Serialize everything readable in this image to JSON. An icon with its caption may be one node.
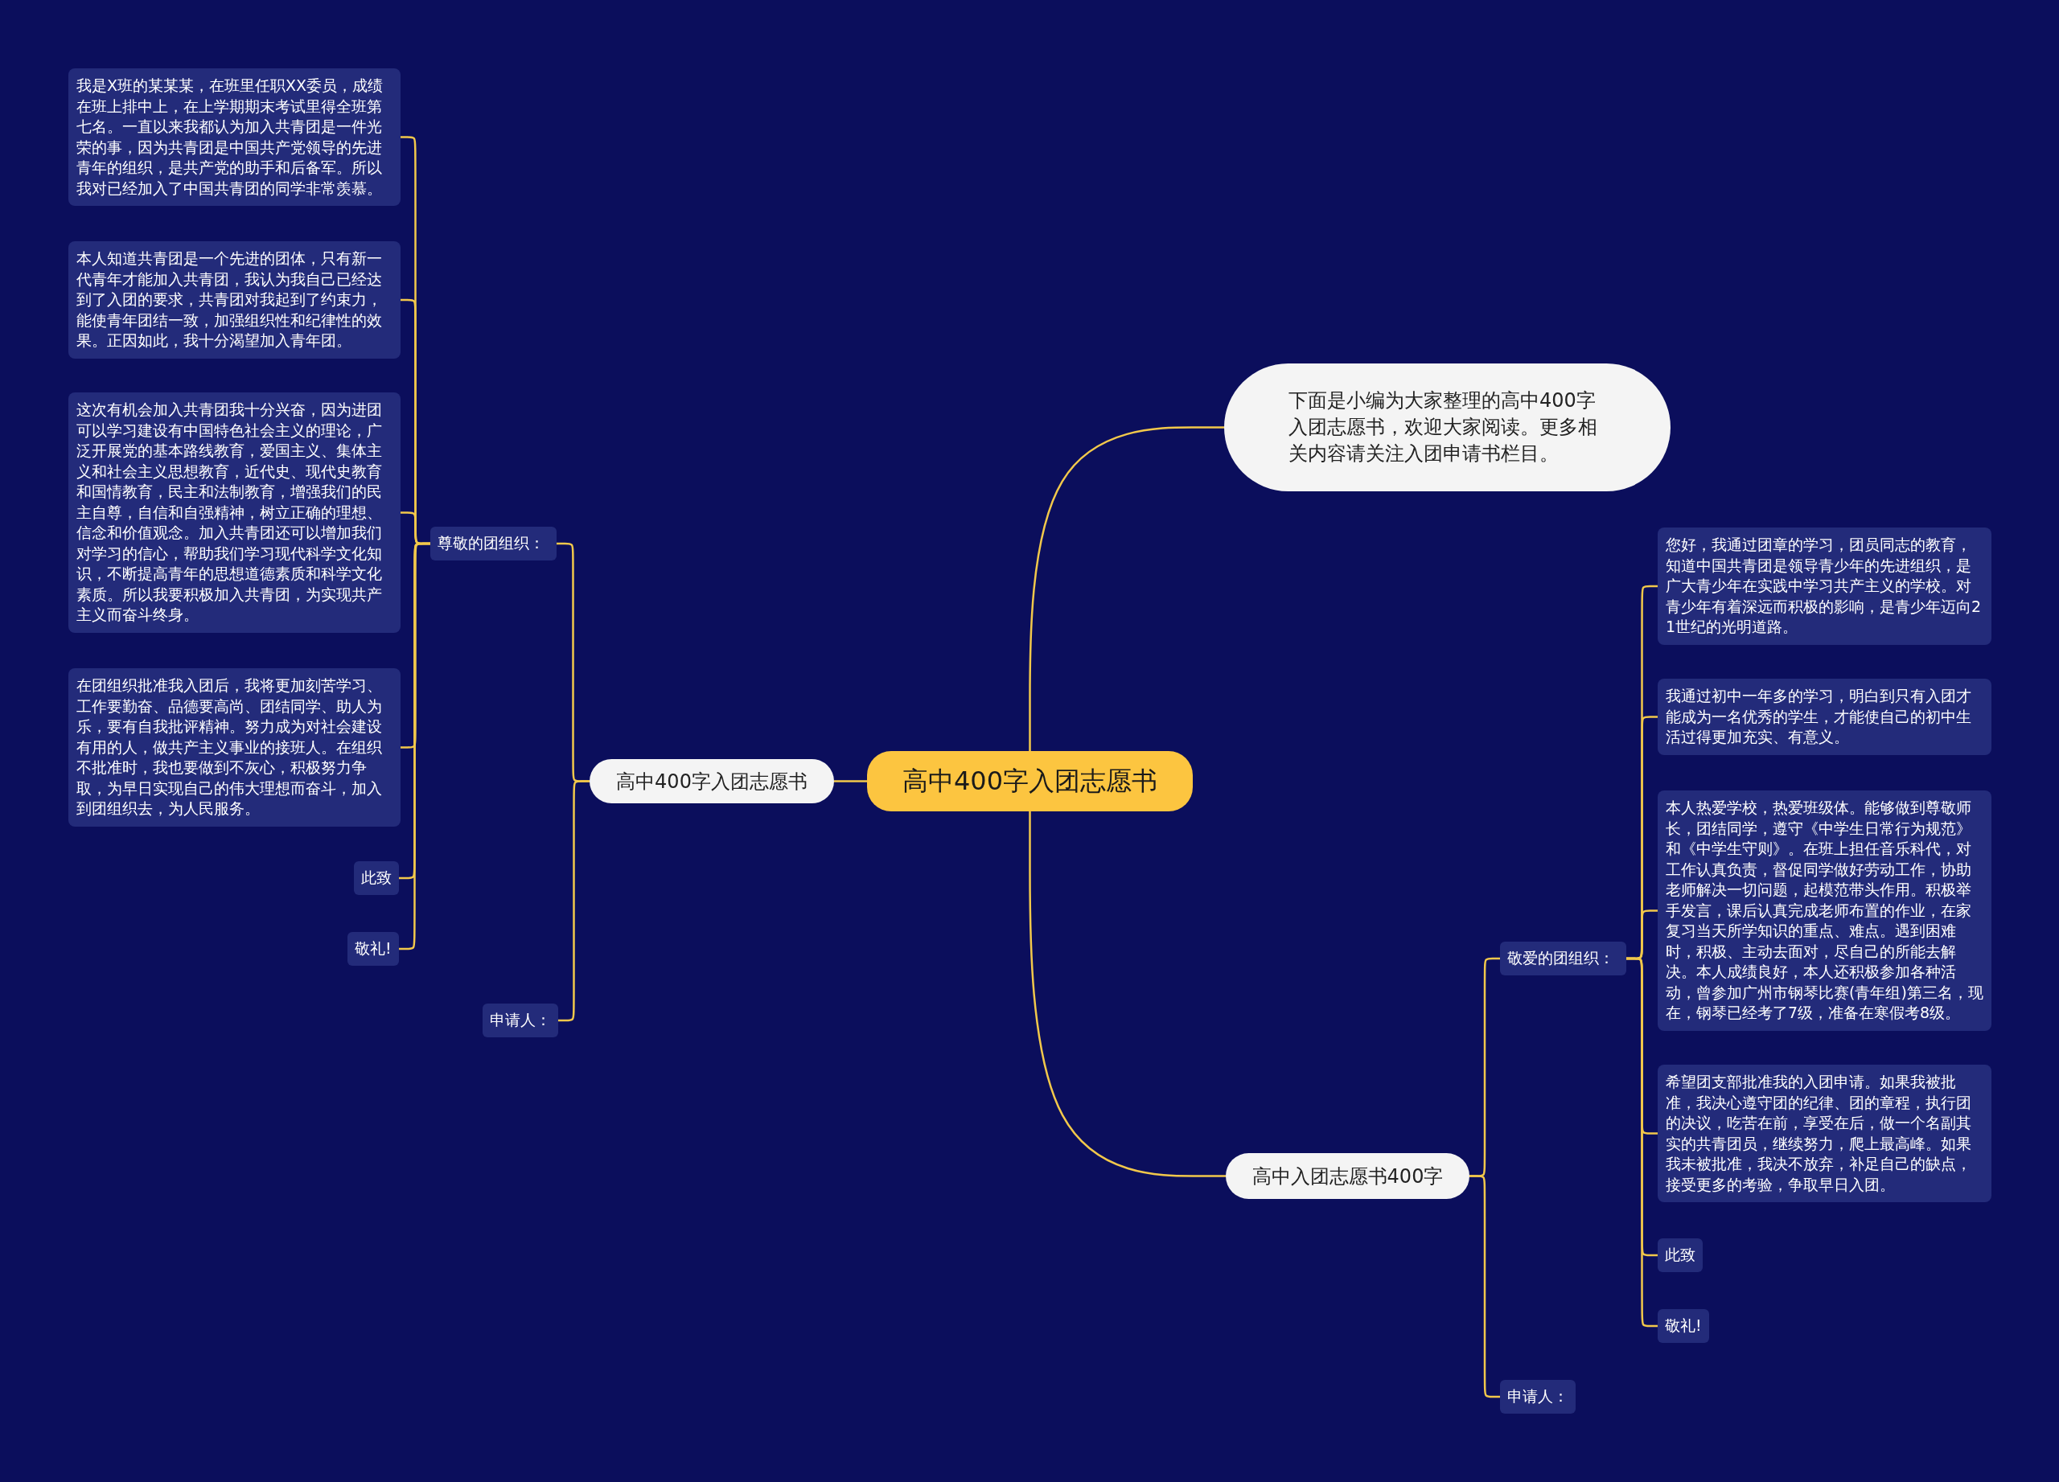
{
  "diagram": {
    "nodes": [
      {
        "text": [
          "高中400字入团志愿书"
        ]
      },
      {
        "text": [
          "下面是小编为大家整理的高中400字入团志愿书，欢迎大家阅读。更多相关内容请关注入团申请书栏目。"
        ]
      },
      {
        "text": [
          "高中入团志愿书400字"
        ]
      },
      {
        "text": [
          "敬爱的团组织："
        ]
      },
      {
        "text": [
          "您好，我通过团章的学习，团员同志的教育，知道中国共青团是领导青少年的先进组织，是广大青少年在实践中学习共产主义的学校。对青少年有着深远而积极的影响，是青少年迈向21世纪的光明道路。"
        ]
      },
      {
        "text": [
          "我通过初中一年多的学习，明白到只有入团才能成为一名优秀的学生，才能使自己的初中生活过得更加充实、有意义。"
        ]
      },
      {
        "text": [
          "本人热爱学校，热爱班级体。能够做到尊敬师长，团结同学，遵守《中学生日常行为规范》和《中学生守则》。在班上担任音乐科代，对工作认真负责，督促同学做好劳动工作，协助老师解决一切问题，起模范带头作用。积极举手发言，课后认真完成老师布置的作业，在家复习当天所学知识的重点、难点。遇到困难时，积极、主动去面对，尽自己的所能去解决。本人成绩良好，本人还积极参加各种活动，曾参加广州市钢琴比赛(青年组)第三名，现在，钢琴已经考了7级，准备在寒假考8级。"
        ]
      },
      {
        "text": [
          "希望团支部批准我的入团申请。如果我被批准，我决心遵守团的纪律、团的章程，执行团的决议，吃苦在前，享受在后，做一个名副其实的共青团员，继续努力，爬上最高峰。如果我未被批准，我决不放弃，补足自己的缺点，接受更多的考验，争取早日入团。"
        ]
      },
      {
        "text": [
          "此致"
        ]
      },
      {
        "text": [
          "敬礼!"
        ]
      },
      {
        "text": [
          "申请人："
        ]
      },
      {
        "text": [
          "高中400字入团志愿书"
        ]
      },
      {
        "text": [
          "尊敬的团组织："
        ]
      },
      {
        "text": [
          "我是X班的某某某，在班里任职XX委员，成绩在班上排中上，在上学期期末考试里得全班第七名。一直以来我都认为加入共青团是一件光荣的事，因为共青团是中国共产党领导的先进青年的组织，是共产党的助手和后备军。所以我对已经加入了中国共青团的同学非常羡慕。"
        ]
      },
      {
        "text": [
          "本人知道共青团是一个先进的团体，只有新一代青年才能加入共青团，我认为我自己已经达到了入团的要求，共青团对我起到了约束力，能使青年团结一致，加强组织性和纪律性的效果。正因如此，我十分渴望加入青年团。"
        ]
      },
      {
        "text": [
          "这次有机会加入共青团我十分兴奋，因为进团可以学习建设有中国特色社会主义的理论，广泛开展党的基本路线教育，爱国主义、集体主义和社会主义思想教育，近代史、现代史教育和国情教育，民主和法制教育，增强我们的民主自尊，自信和自强精神，树立正确的理想、信念和价值观念。加入共青团还可以增加我们对学习的信心，帮助我们学习现代科学文化知识，不断提高青年的思想道德素质和科学文化素质。所以我要积极加入共青团，为实现共产主义而奋斗终身。"
        ]
      },
      {
        "text": [
          "在团组织批准我入团后，我将更加刻苦学习、工作要勤奋、品德要高尚、团结同学、助人为乐，要有自我批评精神。努力成为对社会建设有用的人，做共产主义事业的接班人。在组织不批准时，我也要做到不灰心，积极努力争取，为早日实现自己的伟大理想而奋斗，加入到团组织去，为人民服务。"
        ]
      },
      {
        "text": [
          "此致"
        ]
      },
      {
        "text": [
          "敬礼!"
        ]
      },
      {
        "text": [
          "申请人："
        ]
      }
    ],
    "edges": [
      {
        "from": 0,
        "to": 1,
        "arrow": "none"
      },
      {
        "from": 0,
        "to": 2,
        "arrow": "none"
      },
      {
        "from": 2,
        "to": 3,
        "arrow": "none"
      },
      {
        "from": 3,
        "to": 4,
        "arrow": "none"
      },
      {
        "from": 3,
        "to": 5,
        "arrow": "none"
      },
      {
        "from": 3,
        "to": 6,
        "arrow": "none"
      },
      {
        "from": 3,
        "to": 7,
        "arrow": "none"
      },
      {
        "from": 3,
        "to": 8,
        "arrow": "none"
      },
      {
        "from": 3,
        "to": 9,
        "arrow": "none"
      },
      {
        "from": 2,
        "to": 10,
        "arrow": "none"
      },
      {
        "from": 0,
        "to": 11,
        "arrow": "none"
      },
      {
        "from": 11,
        "to": 12,
        "arrow": "none"
      },
      {
        "from": 12,
        "to": 13,
        "arrow": "none"
      },
      {
        "from": 12,
        "to": 14,
        "arrow": "none"
      },
      {
        "from": 12,
        "to": 15,
        "arrow": "none"
      },
      {
        "from": 12,
        "to": 16,
        "arrow": "none"
      },
      {
        "from": 12,
        "to": 17,
        "arrow": "none"
      },
      {
        "from": 12,
        "to": 18,
        "arrow": "none"
      },
      {
        "from": 11,
        "to": 19,
        "arrow": "none"
      }
    ]
  }
}
